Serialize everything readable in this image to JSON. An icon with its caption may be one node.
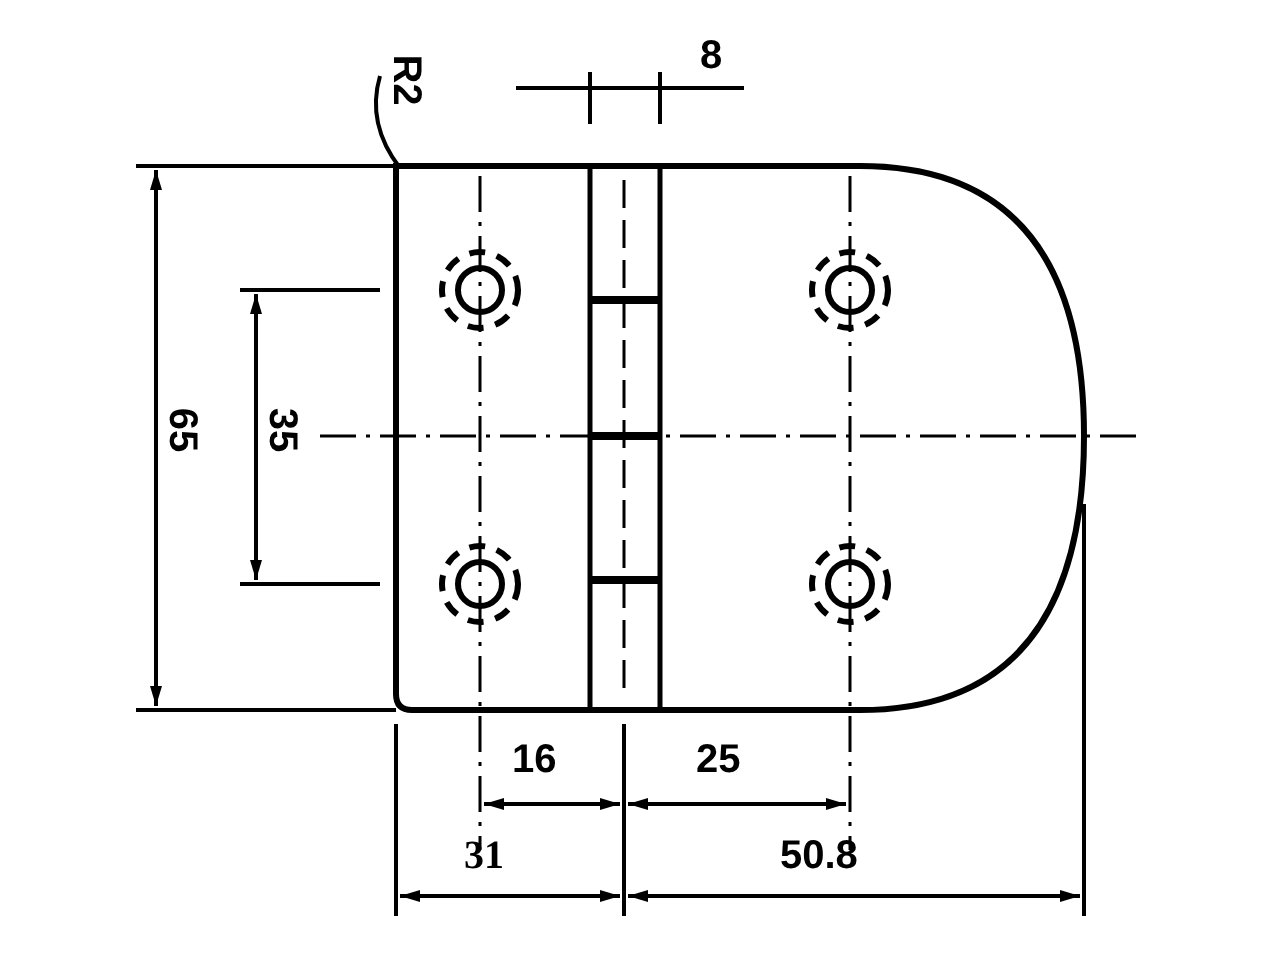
{
  "diagram": {
    "labels": [
      "R2",
      "8",
      "65",
      "35",
      "16",
      "25",
      "31",
      "50.8"
    ]
  }
}
